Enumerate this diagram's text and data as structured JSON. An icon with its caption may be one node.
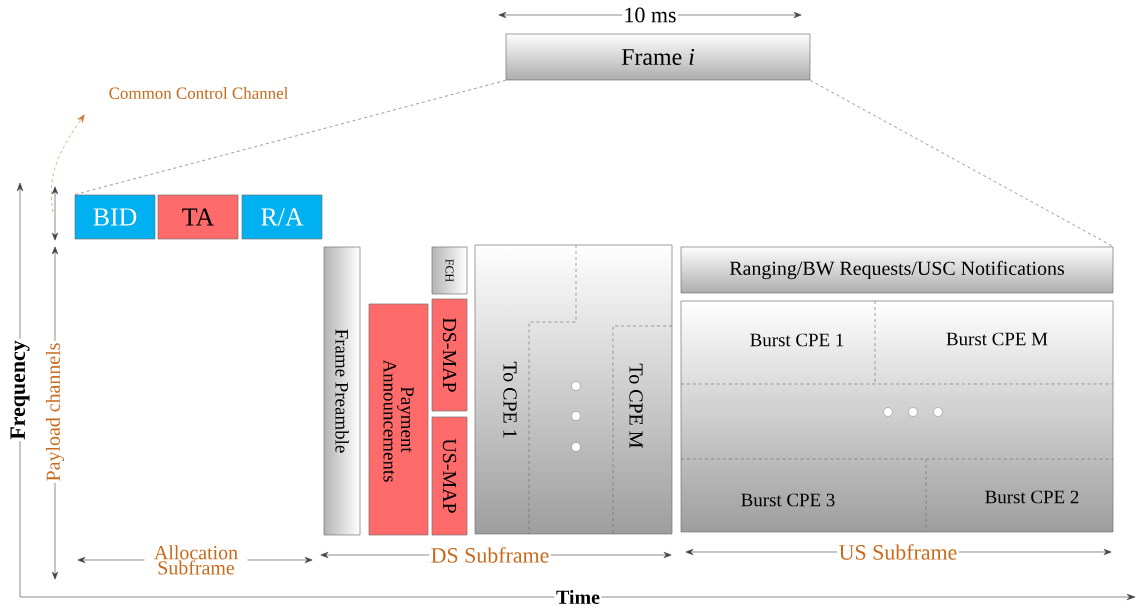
{
  "diagram": {
    "nodes": [
      {
        "text": [
          "Frame *i*"
        ]
      },
      {
        "text": [
          "Common Control Channel"
        ]
      },
      {
        "text": [
          "BID"
        ]
      },
      {
        "text": [
          "TA"
        ]
      },
      {
        "text": [
          "R/A"
        ]
      },
      {
        "text": [
          "Frame Preamble"
        ]
      },
      {
        "text": [
          "Payment Announcements"
        ]
      },
      {
        "text": [
          "FCH"
        ]
      },
      {
        "text": [
          "DS-MAP"
        ]
      },
      {
        "text": [
          "US-MAP"
        ]
      },
      {
        "text": [
          "To CPE 1",
          "To CPE M"
        ]
      },
      {
        "text": [
          "Ranging/BW Requests/USC Notifications"
        ]
      },
      {
        "text": [
          "Burst CPE 1",
          "Burst CPE M",
          "Burst CPE 3",
          "Burst CPE 2"
        ]
      }
    ],
    "edges": [
      {
        "from": 0,
        "to": 2,
        "arrow": "none",
        "style": "dashed"
      },
      {
        "from": 0,
        "to": 11,
        "arrow": "none",
        "style": "dashed"
      },
      {
        "from": null,
        "to": 1,
        "arrow": "to",
        "style": "dashed",
        "color": "#d2782e"
      }
    ],
    "labels": [
      "10 ms",
      "Frequency",
      "Payload channels",
      "Allocation Subframe",
      "DS Subframe",
      "US Subframe",
      "Time"
    ]
  }
}
